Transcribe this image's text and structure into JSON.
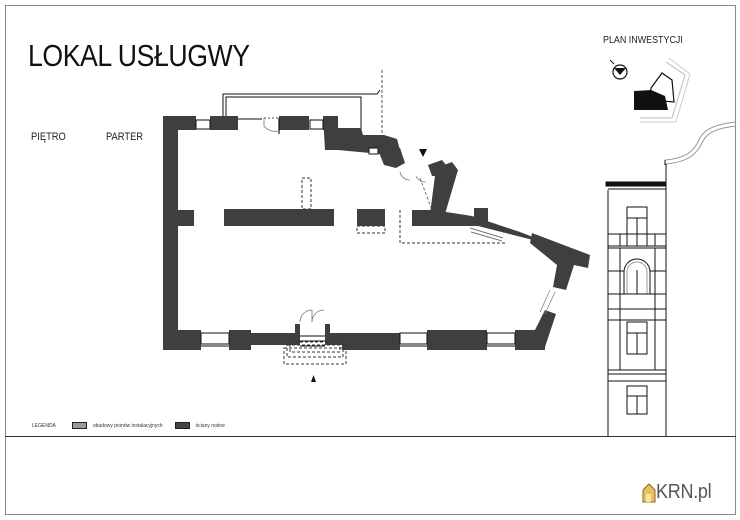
{
  "title": "LOKAL USŁUGWY",
  "floor": {
    "label": "PIĘTRO",
    "value": "PARTER"
  },
  "site_plan": {
    "label": "PLAN INWESTYCJI"
  },
  "legend": {
    "title": "LEGENDA",
    "items": [
      {
        "label": "obudowy pionów instalacyjnych",
        "color": "#9a9a9a"
      },
      {
        "label": "ściany nośne",
        "color": "#444444"
      }
    ]
  },
  "logo": {
    "text": "KRN.pl",
    "icon": "house-icon",
    "icon_color": "#e8c060"
  },
  "colors": {
    "wall": "#3f3f3f",
    "line": "#111111",
    "frame": "#8a8a8a"
  }
}
